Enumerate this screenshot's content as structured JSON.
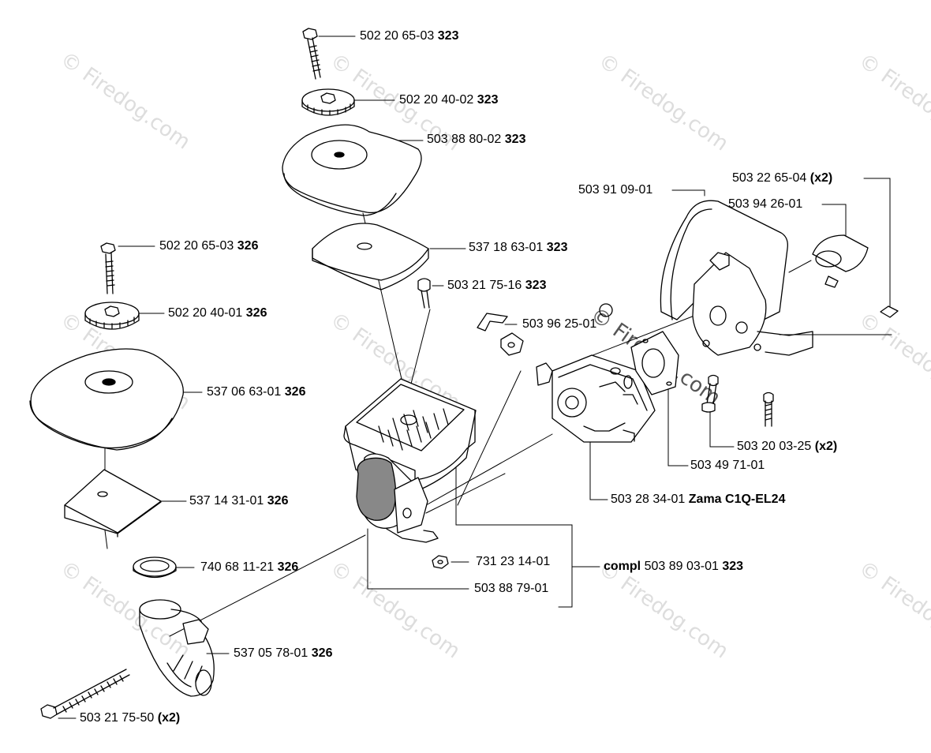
{
  "watermark": "© Firedog.com",
  "parts": [
    {
      "number": "502 20 65-03",
      "suffix": "323"
    },
    {
      "number": "502 20 40-02",
      "suffix": "323"
    },
    {
      "number": "503 88 80-02",
      "suffix": "323"
    },
    {
      "number": "537 18 63-01",
      "suffix": "323"
    },
    {
      "number": "503 21 75-16",
      "suffix": "323"
    },
    {
      "number": "502 20 65-03",
      "suffix": "326"
    },
    {
      "number": "502 20 40-01",
      "suffix": "326"
    },
    {
      "number": "537 06 63-01",
      "suffix": "326"
    },
    {
      "number": "537 14 31-01",
      "suffix": "326"
    },
    {
      "number": "740 68 11-21",
      "suffix": "326"
    },
    {
      "number": "537 05 78-01",
      "suffix": "326"
    },
    {
      "number": "503 21 75-50",
      "suffix": "(x2)"
    },
    {
      "number": "503 22 65-04",
      "suffix": "(x2)"
    },
    {
      "number": "503 91 09-01",
      "suffix": ""
    },
    {
      "number": "503 94 26-01",
      "suffix": ""
    },
    {
      "number": "503 96 25-01",
      "suffix": ""
    },
    {
      "number": "503 20 03-25",
      "suffix": "(x2)"
    },
    {
      "number": "503 49 71-01",
      "suffix": ""
    },
    {
      "number": "503 28 34-01",
      "suffix": "Zama C1Q-EL24"
    },
    {
      "number": "731 23 14-01",
      "suffix": ""
    },
    {
      "number": "503 88 79-01",
      "suffix": ""
    },
    {
      "number": "503 89 03-01",
      "suffix": "323",
      "prefix": "compl"
    }
  ]
}
